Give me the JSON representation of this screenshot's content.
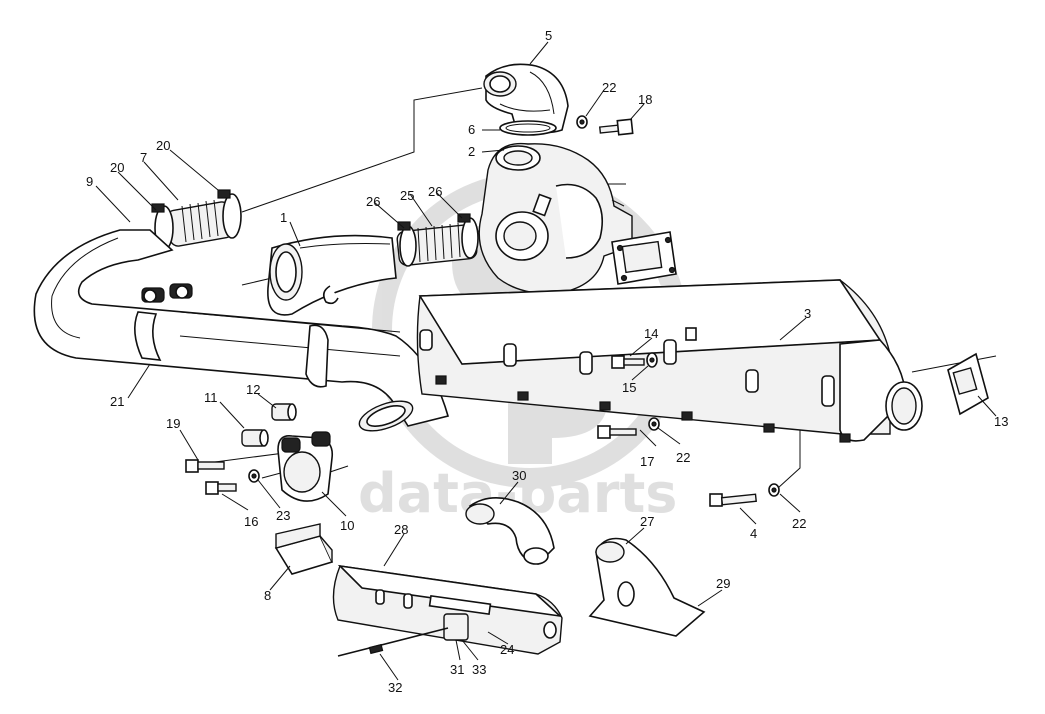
{
  "watermark": {
    "text": "data-parts"
  },
  "callouts": [
    {
      "id": "c1",
      "label": "1"
    },
    {
      "id": "c2",
      "label": "2"
    },
    {
      "id": "c3",
      "label": "3"
    },
    {
      "id": "c4",
      "label": "4"
    },
    {
      "id": "c5",
      "label": "5"
    },
    {
      "id": "c6",
      "label": "6"
    },
    {
      "id": "c7",
      "label": "7"
    },
    {
      "id": "c8",
      "label": "8"
    },
    {
      "id": "c9",
      "label": "9"
    },
    {
      "id": "c10",
      "label": "10"
    },
    {
      "id": "c11",
      "label": "11"
    },
    {
      "id": "c12",
      "label": "12"
    },
    {
      "id": "c13",
      "label": "13"
    },
    {
      "id": "c14",
      "label": "14"
    },
    {
      "id": "c15",
      "label": "15"
    },
    {
      "id": "c16",
      "label": "16"
    },
    {
      "id": "c17",
      "label": "17"
    },
    {
      "id": "c18",
      "label": "18"
    },
    {
      "id": "c19",
      "label": "19"
    },
    {
      "id": "c20a",
      "label": "20"
    },
    {
      "id": "c20b",
      "label": "20"
    },
    {
      "id": "c21",
      "label": "21"
    },
    {
      "id": "c22a",
      "label": "22"
    },
    {
      "id": "c22b",
      "label": "22"
    },
    {
      "id": "c22c",
      "label": "22"
    },
    {
      "id": "c23",
      "label": "23"
    },
    {
      "id": "c24",
      "label": "24"
    },
    {
      "id": "c25",
      "label": "25"
    },
    {
      "id": "c26a",
      "label": "26"
    },
    {
      "id": "c26b",
      "label": "26"
    },
    {
      "id": "c27",
      "label": "27"
    },
    {
      "id": "c28",
      "label": "28"
    },
    {
      "id": "c29",
      "label": "29"
    },
    {
      "id": "c30",
      "label": "30"
    },
    {
      "id": "c31",
      "label": "31"
    },
    {
      "id": "c32",
      "label": "32"
    },
    {
      "id": "c33",
      "label": "33"
    }
  ]
}
